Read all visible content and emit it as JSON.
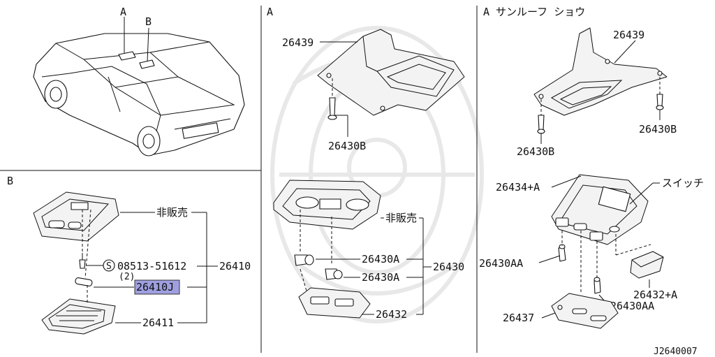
{
  "panels": {
    "top_left": {
      "label_a": "A",
      "label_b": "B"
    },
    "bottom_left": {
      "title": "B",
      "not_for_sale": "非販売",
      "screw_code": "08513-51612",
      "screw_symbol": "S",
      "qty": "(2)",
      "part_bulb": "26410J",
      "part_assy": "26410",
      "part_lens": "26411"
    },
    "middle": {
      "title": "A",
      "bracket": "26439",
      "screw": "26430B",
      "not_for_sale": "非販売",
      "bulb_1": "26430A",
      "bulb_2": "26430A",
      "lamp_assy": "26430",
      "lens": "26432"
    },
    "right": {
      "title": "A サンルーフ ショウ",
      "bracket": "26439",
      "screw_left": "26430B",
      "screw_right": "26430B",
      "housing": "26434+A",
      "switch": "スイッチ",
      "bulb_left": "26430AA",
      "bulb_right": "26430AA",
      "switch_part": "26432+A",
      "lens": "26437"
    }
  },
  "diagram_code": "J2640007",
  "highlight_color": "#9f9fe0"
}
